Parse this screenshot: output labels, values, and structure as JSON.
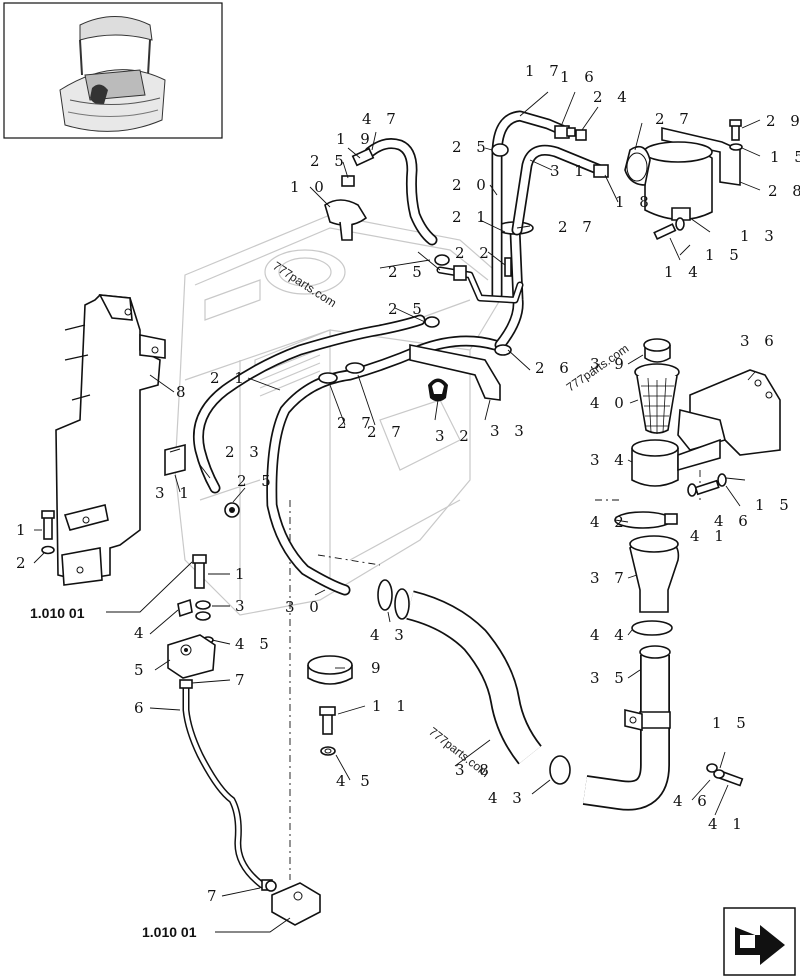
{
  "callouts": [
    {
      "id": "c1",
      "text": "1"
    },
    {
      "id": "c2",
      "text": "2"
    },
    {
      "id": "c1b",
      "text": "1"
    },
    {
      "id": "c3",
      "text": "3"
    },
    {
      "id": "c3b",
      "text": "3"
    },
    {
      "id": "c4",
      "text": "4"
    },
    {
      "id": "c45",
      "text": "4 5"
    },
    {
      "id": "c5",
      "text": "5"
    },
    {
      "id": "c7a",
      "text": "7"
    },
    {
      "id": "c6",
      "text": "6"
    },
    {
      "id": "c7b",
      "text": "7"
    },
    {
      "id": "c8",
      "text": "8"
    },
    {
      "id": "c9",
      "text": "9"
    },
    {
      "id": "c10",
      "text": "1 0"
    },
    {
      "id": "c11",
      "text": "1 1"
    },
    {
      "id": "c13",
      "text": "1 3"
    },
    {
      "id": "c14",
      "text": "1 4"
    },
    {
      "id": "c15a",
      "text": "1 5"
    },
    {
      "id": "c15b",
      "text": "1 5"
    },
    {
      "id": "c15c",
      "text": "1 5"
    },
    {
      "id": "c15d",
      "text": "1 5"
    },
    {
      "id": "c16",
      "text": "1 6"
    },
    {
      "id": "c17",
      "text": "1 7"
    },
    {
      "id": "c18",
      "text": "1 8"
    },
    {
      "id": "c19",
      "text": "1 9"
    },
    {
      "id": "c20",
      "text": "2 0"
    },
    {
      "id": "c21a",
      "text": "2 1"
    },
    {
      "id": "c21b",
      "text": "2 1"
    },
    {
      "id": "c22",
      "text": "2 2"
    },
    {
      "id": "c23",
      "text": "2 3"
    },
    {
      "id": "c24",
      "text": "2 4"
    },
    {
      "id": "c25a",
      "text": "2 5"
    },
    {
      "id": "c25b",
      "text": "2 5"
    },
    {
      "id": "c25c",
      "text": "2 5"
    },
    {
      "id": "c25d",
      "text": "2 5"
    },
    {
      "id": "c25e",
      "text": "2 5"
    },
    {
      "id": "c26",
      "text": "2 6"
    },
    {
      "id": "c27a",
      "text": "2 7"
    },
    {
      "id": "c27b",
      "text": "2 7"
    },
    {
      "id": "c27c",
      "text": "2 7"
    },
    {
      "id": "c27d",
      "text": "2 7"
    },
    {
      "id": "c28",
      "text": "2 8"
    },
    {
      "id": "c29",
      "text": "2 9"
    },
    {
      "id": "c30",
      "text": "3 0"
    },
    {
      "id": "c31a",
      "text": "3 1"
    },
    {
      "id": "c31b",
      "text": "3 1"
    },
    {
      "id": "c32",
      "text": "3 2"
    },
    {
      "id": "c33",
      "text": "3 3"
    },
    {
      "id": "c34",
      "text": "3 4"
    },
    {
      "id": "c35",
      "text": "3 5"
    },
    {
      "id": "c36",
      "text": "3 6"
    },
    {
      "id": "c37",
      "text": "3 7"
    },
    {
      "id": "c38",
      "text": "3 8"
    },
    {
      "id": "c39",
      "text": "3 9"
    },
    {
      "id": "c40",
      "text": "4 0"
    },
    {
      "id": "c41a",
      "text": "4 1"
    },
    {
      "id": "c41b",
      "text": "4 1"
    },
    {
      "id": "c42",
      "text": "4 2"
    },
    {
      "id": "c43a",
      "text": "4 3"
    },
    {
      "id": "c43b",
      "text": "4 3"
    },
    {
      "id": "c44",
      "text": "4 4"
    },
    {
      "id": "c45b",
      "text": "4 5"
    },
    {
      "id": "c46a",
      "text": "4 6"
    },
    {
      "id": "c46b",
      "text": "4 6"
    },
    {
      "id": "c47",
      "text": "4 7"
    }
  ],
  "references": {
    "ref_top": "1.010 01",
    "ref_bottom": "1.010 01"
  },
  "watermarks": {
    "wm1": "777parts.com",
    "wm2": "777parts.com",
    "wm3": "777parts.com"
  },
  "colors": {
    "line": "#111111",
    "ghost": "#c9c9c9",
    "background": "#ffffff"
  },
  "icons": {
    "thumbnail": "machine-overview-icon",
    "corner": "next-page-arrow-icon"
  }
}
